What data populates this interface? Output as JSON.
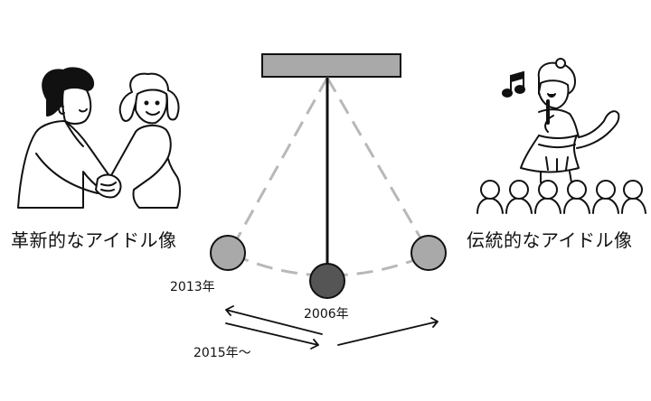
{
  "labels": {
    "left": "革新的なアイドル像",
    "right": "伝統的なアイドル像"
  },
  "years": {
    "y2013": "2013年",
    "y2006": "2006年",
    "y2015": "2015年〜"
  },
  "icons": {
    "music_note": "♫"
  },
  "colors": {
    "stroke": "#111111",
    "bar_fill": "#a9a9a9",
    "side_bob": "#a9a9a9",
    "center_bob": "#555555",
    "dashed": "#b8b8b8"
  }
}
